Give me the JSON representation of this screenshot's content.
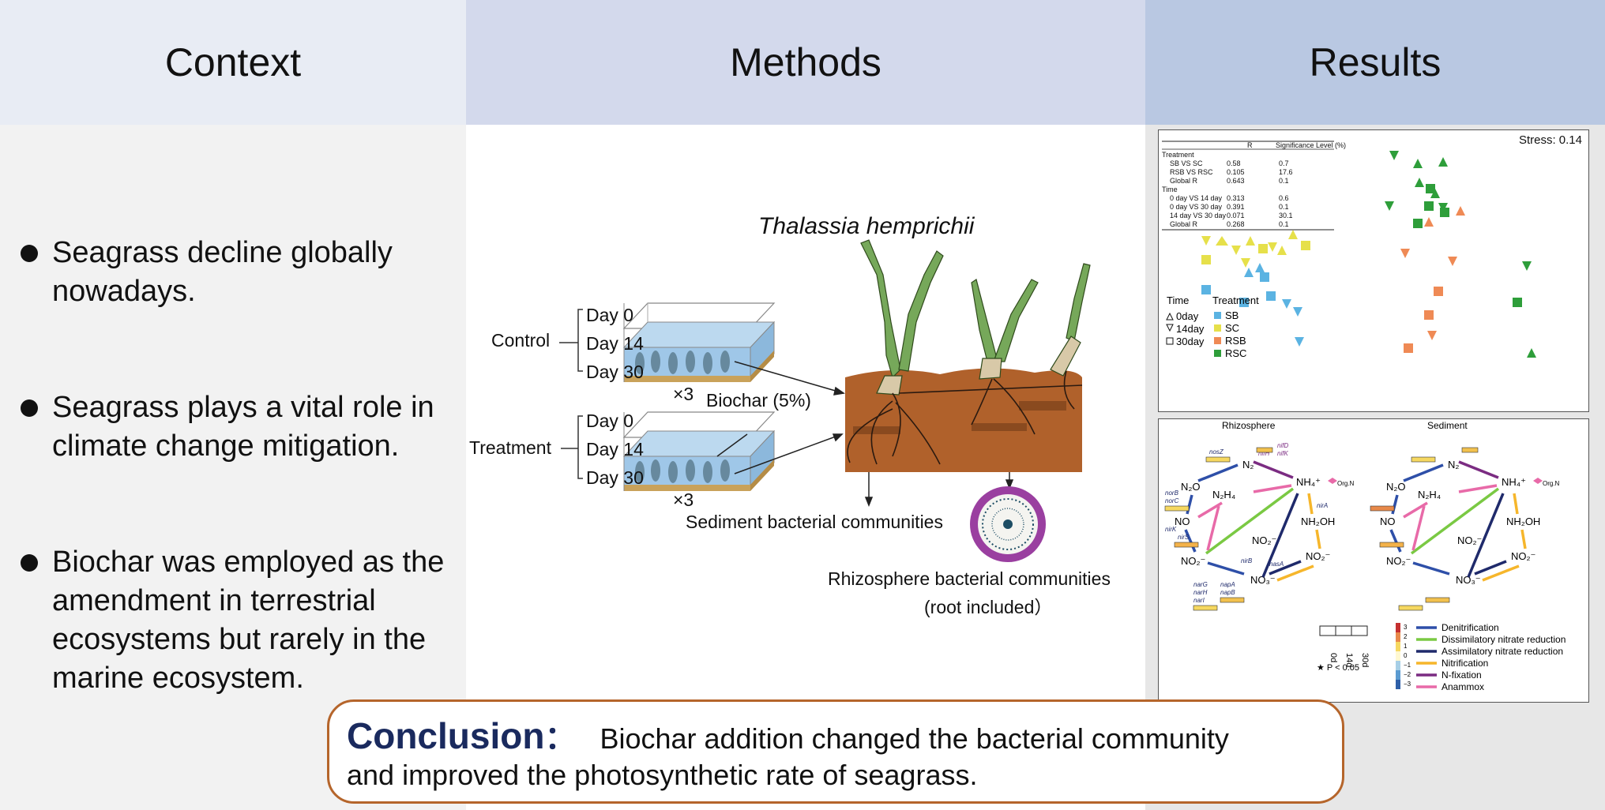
{
  "headers": {
    "context": "Context",
    "methods": "Methods",
    "results": "Results"
  },
  "context": {
    "bullets": [
      "Seagrass decline globally nowadays.",
      "Seagrass plays a vital role in climate change mitigation.",
      "Biochar was employed as the amendment in terrestrial ecosystems but rarely in the marine ecosystem."
    ]
  },
  "methods": {
    "species": "Thalassia hemprichii",
    "control_label": "Control",
    "treatment_label": "Treatment",
    "days": [
      "Day 0",
      "Day 14",
      "Day 30"
    ],
    "replicates": "×3",
    "biochar": "Biochar (5%)",
    "sediment_label": "Sediment bacterial communities",
    "rhizo_label_1": "Rhizosphere bacterial communities",
    "rhizo_label_2": "(root included）"
  },
  "results": {
    "nmds": {
      "stress": "Stress: 0.14",
      "table_headers": [
        "R",
        "Significance Level (%)"
      ],
      "table_rows": [
        [
          "Treatment",
          "",
          ""
        ],
        [
          "SB VS SC",
          "0.58",
          "0.7"
        ],
        [
          "RSB VS RSC",
          "0.105",
          "17.6"
        ],
        [
          "Global R",
          "0.643",
          "0.1"
        ],
        [
          "Time",
          "",
          ""
        ],
        [
          "0 day VS 14 day",
          "0.313",
          "0.6"
        ],
        [
          "0 day VS 30 day",
          "0.391",
          "0.1"
        ],
        [
          "14 day VS 30 day",
          "0.071",
          "30.1"
        ],
        [
          "Global R",
          "0.268",
          "0.1"
        ]
      ],
      "legend_time_title": "Time",
      "legend_time": [
        "0day",
        "14day",
        "30day"
      ],
      "legend_treatment_title": "Treatment",
      "legend_treatment": [
        "SB",
        "SC",
        "RSB",
        "RSC"
      ],
      "colors": {
        "SB": "#5bb3e2",
        "SC": "#e6e04a",
        "RSB": "#ef8a55",
        "RSC": "#2e9e3a"
      }
    },
    "nitrogen": {
      "rhizosphere_title": "Rhizosphere",
      "sediment_title": "Sediment",
      "nodes": [
        "N₂O",
        "N₂",
        "NH₄⁺",
        "NO",
        "N₂H₄",
        "NH₂OH",
        "NO₂⁻",
        "NO₃⁻",
        "NO₂⁻"
      ],
      "genes": [
        "nosZ",
        "nifH",
        "nifD",
        "nifK",
        "norB",
        "norC",
        "nirK",
        "nirS",
        "nirB",
        "nasA",
        "narG",
        "narH",
        "narI",
        "napA",
        "napB",
        "nirA"
      ],
      "org_n": "Org.N",
      "day_labels": [
        "0d",
        "14d",
        "30d"
      ],
      "pvalue": "★ P < 0.05",
      "scale": [
        "3",
        "2",
        "1",
        "0",
        "−1",
        "−2",
        "−3"
      ],
      "pathways": [
        {
          "name": "Denitrification",
          "color": "#2e4fa8"
        },
        {
          "name": "Dissimilatory nitrate reduction",
          "color": "#7ac943"
        },
        {
          "name": "Assimilatory nitrate reduction",
          "color": "#1f2a6b"
        },
        {
          "name": "Nitrification",
          "color": "#f6b62b"
        },
        {
          "name": "N-fixation",
          "color": "#7b2c82"
        },
        {
          "name": "Anammox",
          "color": "#e86aa8"
        }
      ]
    }
  },
  "conclusion": {
    "title": "Conclusion",
    "colon": "：",
    "line1": "Biochar addition changed the bacterial community",
    "line2": "and improved the photosynthetic rate of seagrass."
  }
}
